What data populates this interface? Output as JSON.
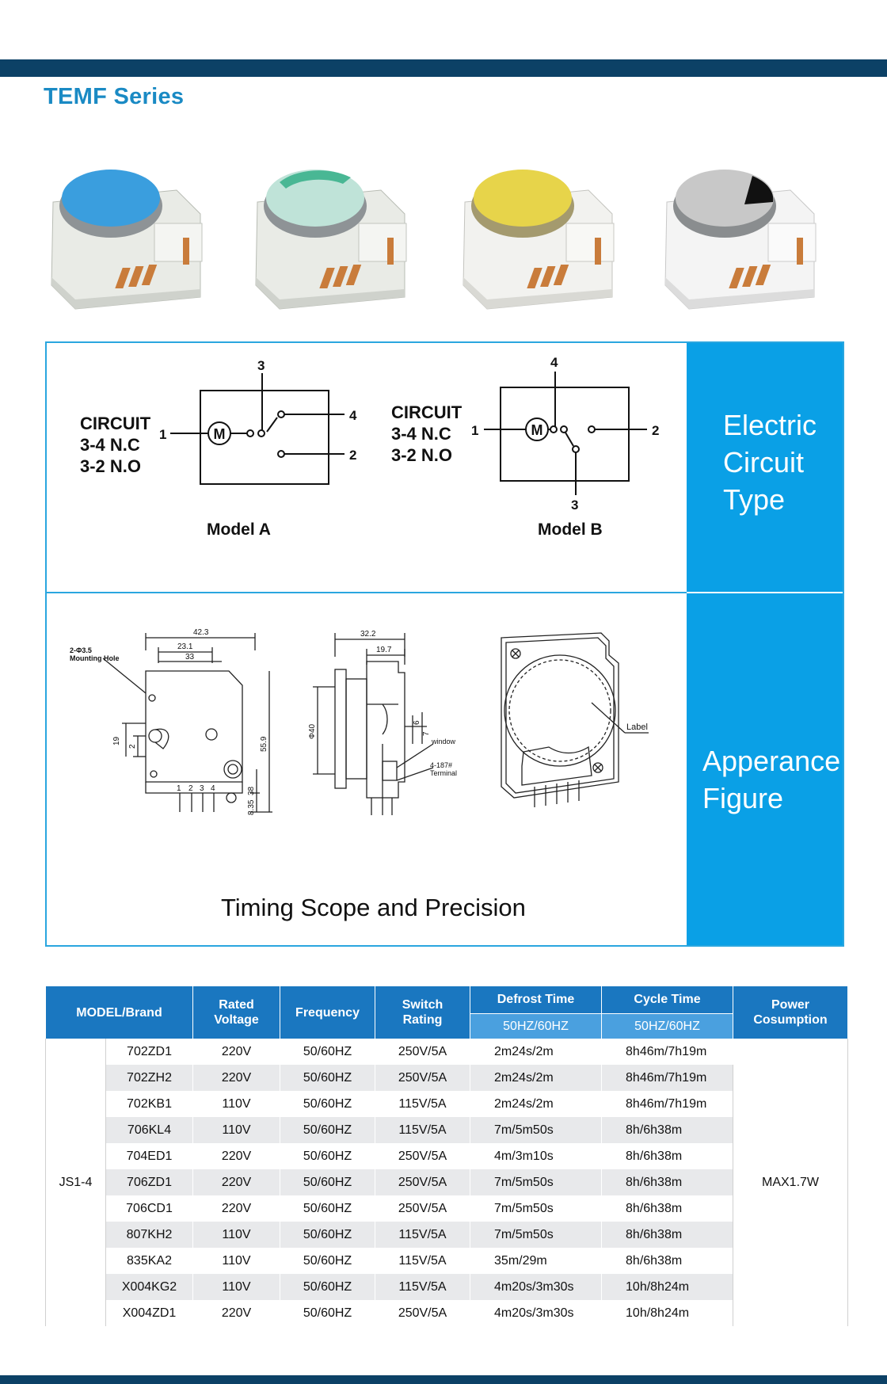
{
  "series_title": "TEMF Series",
  "products": [
    {
      "name": "blue-label-timer",
      "label_color": "#3a9ede"
    },
    {
      "name": "green-label-timer",
      "label_color": "#bfe3d8"
    },
    {
      "name": "yellow-label-timer",
      "label_color": "#e7d44a"
    },
    {
      "name": "gray-label-timer",
      "label_color": "#c8c8c8"
    }
  ],
  "circuit": {
    "section_label": [
      "Electric",
      "Circuit",
      "Type"
    ],
    "model_a": {
      "text": [
        "CIRCUIT",
        "3-4 N.C",
        "3-2 N.O"
      ],
      "label": "Model A",
      "terminals": {
        "t1": "1",
        "t2": "2",
        "t3": "3",
        "t4": "4"
      },
      "motor": "M"
    },
    "model_b": {
      "text": [
        "CIRCUIT",
        "3-4 N.C",
        "3-2 N.O"
      ],
      "label": "Model B",
      "terminals": {
        "t1": "1",
        "t2": "2",
        "t3": "3",
        "t4": "4"
      },
      "motor": "M"
    }
  },
  "appearance": {
    "section_label": [
      "Apperance",
      "Figure"
    ],
    "dims": {
      "d_42_3": "42.3",
      "d_23_1": "23.1",
      "d_33": "33",
      "hole": "2-Φ3.5",
      "hole2": "Mounting Hole",
      "d_19": "19",
      "d_2": "2",
      "d_38": "38",
      "d_55_9": "55.9",
      "d_8_35": "8.35",
      "pins": [
        "1",
        "2",
        "3",
        "4"
      ],
      "d_32_2": "32.2",
      "d_19_7": "19.7",
      "d_40": "Φ40",
      "d_6": "6",
      "d_7": "7",
      "window": "window",
      "terminal1": "4-187#",
      "terminal2": "Terminal",
      "label": "Label"
    },
    "timing_title": "Timing Scope and Precision"
  },
  "table": {
    "headers": {
      "model": "MODEL/Brand",
      "voltage": [
        "Rated",
        "Voltage"
      ],
      "frequency": "Frequency",
      "switch": [
        "Switch",
        "Rating"
      ],
      "defrost": "Defrost Time",
      "defrost_sub": "50HZ/60HZ",
      "cycle": "Cycle Time",
      "cycle_sub": "50HZ/60HZ",
      "power": [
        "Power",
        "Cosumption"
      ]
    },
    "brand": "JS1-4",
    "power": "MAX1.7W",
    "rows": [
      {
        "model": "702ZD1",
        "voltage": "220V",
        "freq": "50/60HZ",
        "switch": "250V/5A",
        "defrost": "2m24s/2m",
        "cycle": "8h46m/7h19m"
      },
      {
        "model": "702ZH2",
        "voltage": "220V",
        "freq": "50/60HZ",
        "switch": "250V/5A",
        "defrost": "2m24s/2m",
        "cycle": "8h46m/7h19m"
      },
      {
        "model": "702KB1",
        "voltage": "110V",
        "freq": "50/60HZ",
        "switch": "115V/5A",
        "defrost": "2m24s/2m",
        "cycle": "8h46m/7h19m"
      },
      {
        "model": "706KL4",
        "voltage": "110V",
        "freq": "50/60HZ",
        "switch": "115V/5A",
        "defrost": "7m/5m50s",
        "cycle": "8h/6h38m"
      },
      {
        "model": "704ED1",
        "voltage": "220V",
        "freq": "50/60HZ",
        "switch": "250V/5A",
        "defrost": "4m/3m10s",
        "cycle": "8h/6h38m"
      },
      {
        "model": "706ZD1",
        "voltage": "220V",
        "freq": "50/60HZ",
        "switch": "250V/5A",
        "defrost": "7m/5m50s",
        "cycle": "8h/6h38m"
      },
      {
        "model": "706CD1",
        "voltage": "220V",
        "freq": "50/60HZ",
        "switch": "250V/5A",
        "defrost": "7m/5m50s",
        "cycle": "8h/6h38m"
      },
      {
        "model": "807KH2",
        "voltage": "110V",
        "freq": "50/60HZ",
        "switch": "115V/5A",
        "defrost": "7m/5m50s",
        "cycle": "8h/6h38m"
      },
      {
        "model": "835KA2",
        "voltage": "110V",
        "freq": "50/60HZ",
        "switch": "115V/5A",
        "defrost": "35m/29m",
        "cycle": "8h/6h38m"
      },
      {
        "model": "X004KG2",
        "voltage": "110V",
        "freq": "50/60HZ",
        "switch": "115V/5A",
        "defrost": "4m20s/3m30s",
        "cycle": "10h/8h24m"
      },
      {
        "model": "X004ZD1",
        "voltage": "220V",
        "freq": "50/60HZ",
        "switch": "250V/5A",
        "defrost": "4m20s/3m30s",
        "cycle": "10h/8h24m"
      }
    ]
  }
}
